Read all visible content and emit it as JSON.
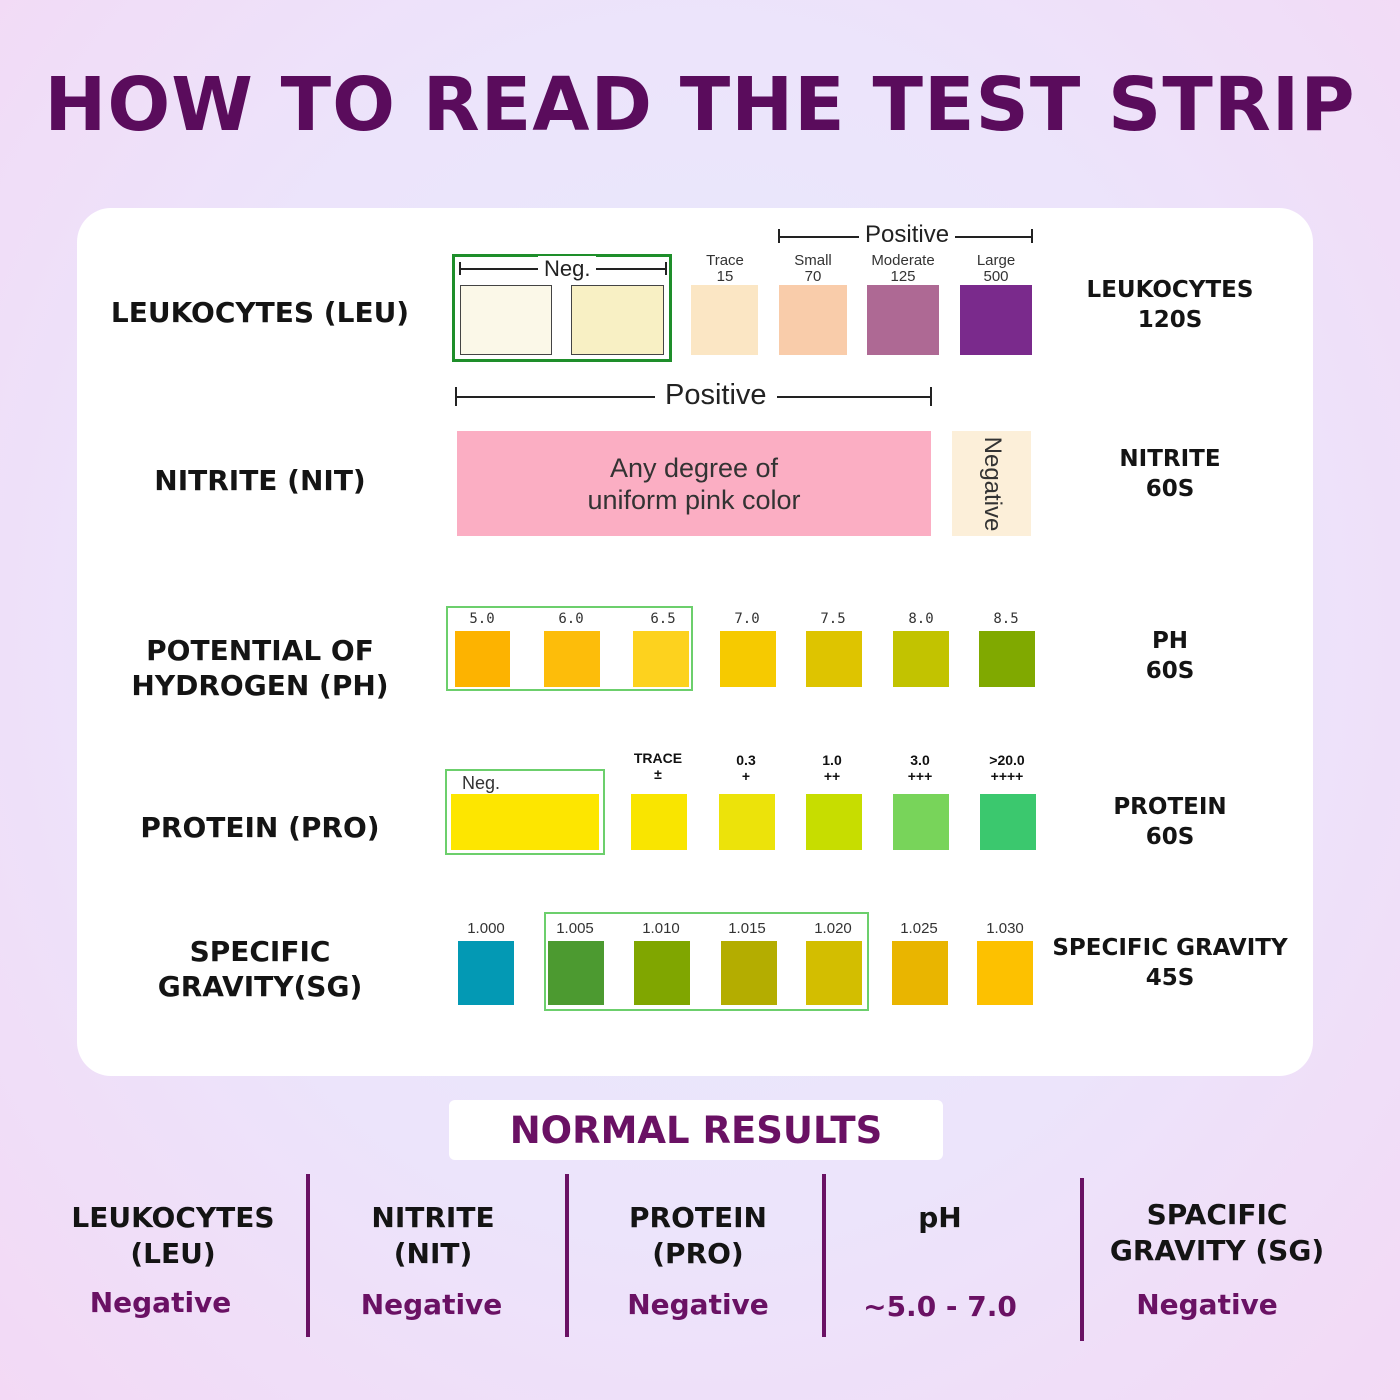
{
  "title": "HOW TO READ THE TEST STRIP",
  "rows": {
    "leu": {
      "label": "LEUKOCYTES (LEU)",
      "timing_name": "LEUKOCYTES",
      "timing_value": "120S",
      "neg_label": "Neg.",
      "positive_label": "Positive",
      "levels": [
        {
          "name": "Trace",
          "value": "15"
        },
        {
          "name": "Small",
          "value": "70"
        },
        {
          "name": "Moderate",
          "value": "125"
        },
        {
          "name": "Large",
          "value": "500"
        }
      ],
      "colors": [
        "#fbf8e8",
        "#f8f0c4",
        "#fbe6c4",
        "#f9ccaa",
        "#ae6994",
        "#7a2a8c"
      ]
    },
    "nit": {
      "label": "NITRITE (NIT)",
      "timing_name": "NITRITE",
      "timing_value": "60S",
      "positive_label": "Positive",
      "bar_line1": "Any degree of",
      "bar_line2": "uniform pink color",
      "negative_label": "Negative",
      "colors": [
        "#fbaec3",
        "#fcefd9"
      ]
    },
    "ph": {
      "label_line1": "POTENTIAL OF",
      "label_line2": "HYDROGEN (PH)",
      "timing_name": "PH",
      "timing_value": "60S",
      "values": [
        "5.0",
        "6.0",
        "6.5",
        "7.0",
        "7.5",
        "8.0",
        "8.5"
      ],
      "colors": [
        "#fdb300",
        "#fdbd0a",
        "#fdd21e",
        "#f6ca00",
        "#dec400",
        "#c2c300",
        "#80a900"
      ]
    },
    "pro": {
      "label": "PROTEIN (PRO)",
      "timing_name": "PROTEIN",
      "timing_value": "60S",
      "neg_label": "Neg.",
      "values": [
        "TRACE",
        "0.3",
        "1.0",
        "3.0",
        ">20.0"
      ],
      "signs": [
        "±",
        "+",
        "++",
        "+++",
        "++++"
      ],
      "colors": [
        "#fde600",
        "#f9e500",
        "#ece30a",
        "#c7dd00",
        "#78d45a",
        "#3bc86e"
      ]
    },
    "sg": {
      "label_line1": "SPECIFIC",
      "label_line2": "GRAVITY(SG)",
      "timing_name": "SPECIFIC GRAVITY",
      "timing_value": "45S",
      "values": [
        "1.000",
        "1.005",
        "1.010",
        "1.015",
        "1.020",
        "1.025",
        "1.030"
      ],
      "colors": [
        "#0399b4",
        "#4c9a30",
        "#80a600",
        "#b4ad00",
        "#d3be00",
        "#e9b500",
        "#fdc100"
      ]
    }
  },
  "normal": {
    "heading": "NORMAL RESULTS",
    "columns": [
      {
        "line1": "LEUKOCYTES",
        "line2": "(LEU)",
        "value": "Negative"
      },
      {
        "line1": "NITRITE",
        "line2": "(NIT)",
        "value": "Negative"
      },
      {
        "line1": "PROTEIN",
        "line2": "(PRO)",
        "value": "Negative"
      },
      {
        "line1": "pH",
        "line2": "",
        "value": "~5.0 - 7.0"
      },
      {
        "line1": "SPACIFIC",
        "line2": "GRAVITY (SG)",
        "value": "Negative"
      }
    ]
  }
}
